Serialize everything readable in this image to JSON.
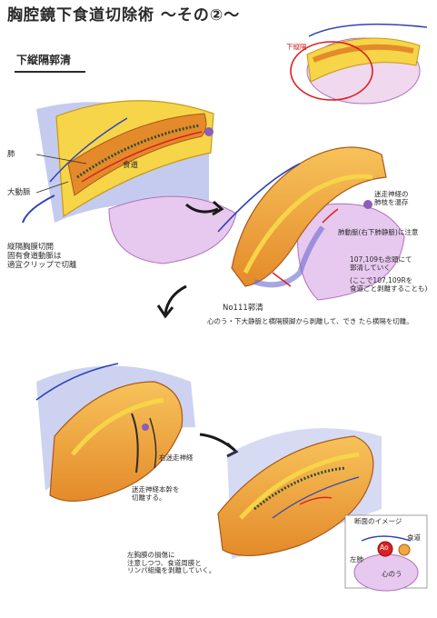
{
  "title": "胸腔鏡下食道切除術 〜その②〜",
  "section_heading": "下縦隔郭清",
  "inset": {
    "label": "下縦隔"
  },
  "panel1": {
    "label_esophagus": "食道",
    "label_lung": "肺",
    "label_aorta": "大動脈",
    "label_ligament": "縦隔胸膜切開\n固有食道動脈は\n適宜クリップで切離"
  },
  "panel2": {
    "label_vagus": "迷走神経の\n肺枝を温存",
    "label_right_artery": "肺動脈(右下肺静脈)に注意",
    "label_node107": "107,109も念頭にて\n郭清していく",
    "label_node107_note": "(ここで107,109Rを\n食道ごと剥離することも)",
    "label_node111": "No111郭清",
    "label_pericardium": "心のう・下大静脈と横隔膜脚から剥離して、でき たら横隔を切離。"
  },
  "panel3": {
    "label_right_vagus": "右迷走神経",
    "label_vagus_cut": "迷走神経本幹を\n切離する。"
  },
  "panel4": {
    "label_left_pleura": "左胸膜の損傷に\n注意しつつ、食道周膜と\nリンパ組織を剥離していく。"
  },
  "cross_section": {
    "title": "断面のイメージ",
    "label_esophagus": "食道",
    "label_aorta": "Ao",
    "label_left_lung": "左肺",
    "label_pericardium": "心のう"
  },
  "colors": {
    "esophagus_orange": "#f1a640",
    "tissue_yellow": "#f6d548",
    "lung_purple": "#e7c8ef",
    "vessel_blue": "#2f43b8",
    "accent_red": "#d92020"
  }
}
